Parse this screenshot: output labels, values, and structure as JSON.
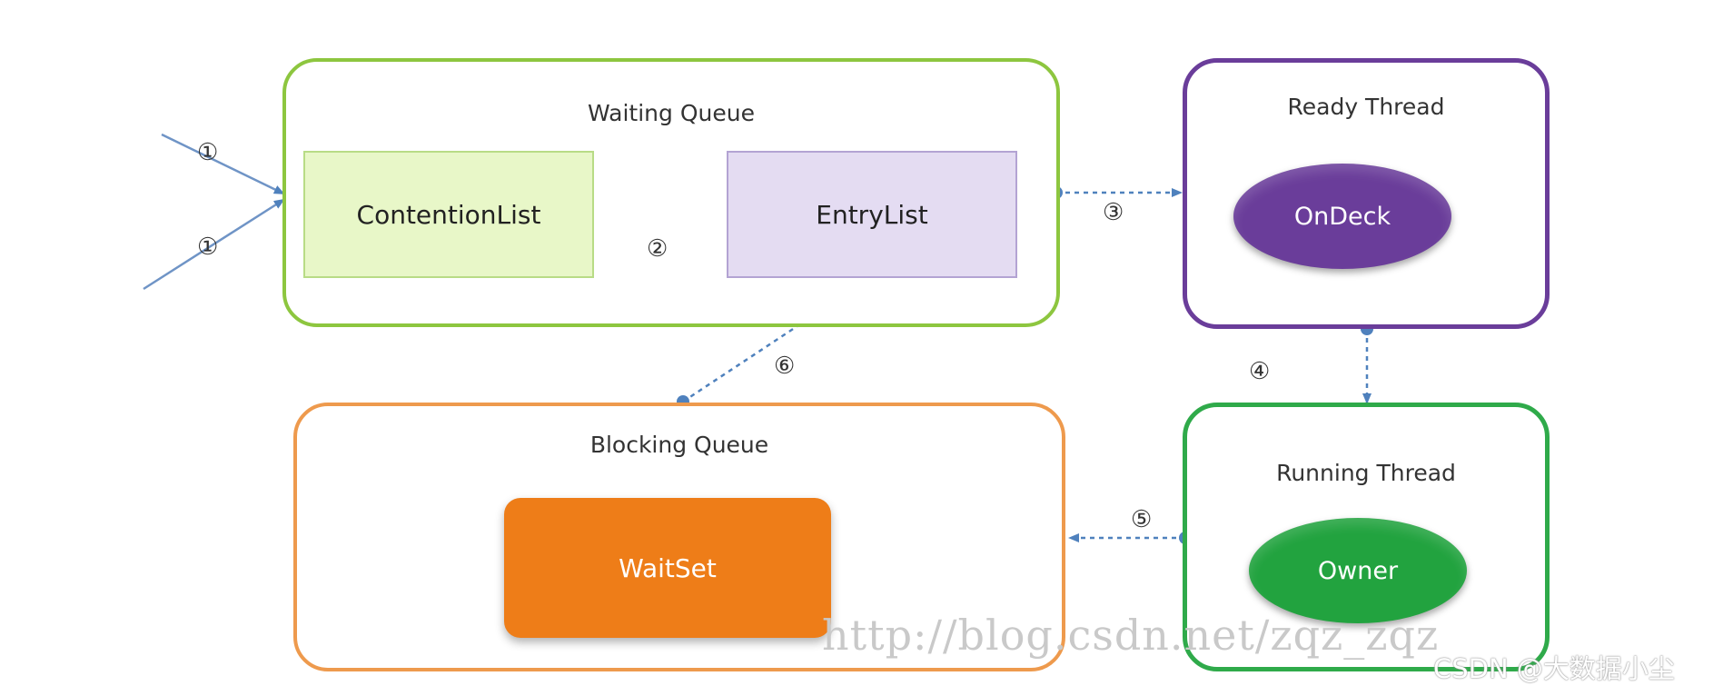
{
  "diagram": {
    "groups": {
      "waiting_queue": {
        "title": "Waiting Queue"
      },
      "ready_thread": {
        "title": "Ready Thread"
      },
      "blocking_queue": {
        "title": "Blocking Queue"
      },
      "running_thread": {
        "title": "Running Thread"
      }
    },
    "nodes": {
      "contention_list": "ContentionList",
      "entry_list": "EntryList",
      "on_deck": "OnDeck",
      "wait_set": "WaitSet",
      "owner": "Owner"
    },
    "steps": {
      "s1a": "①",
      "s1b": "①",
      "s2": "②",
      "s3": "③",
      "s4": "④",
      "s5": "⑤",
      "s6": "⑥"
    },
    "watermark": "http://blog.csdn.net/zqz_zqz",
    "credit": "CSDN @大数据小尘"
  },
  "colors": {
    "waiting_queue_border": "#8dc63f",
    "ready_thread_border": "#6a3d9a",
    "blocking_queue_border": "#ee9a4d",
    "running_thread_border": "#2faa4a",
    "contention_list_fill": "#e8f7c8",
    "entry_list_fill": "#e4dcf2",
    "on_deck_fill": "#6a3d9a",
    "wait_set_fill": "#ee7d18",
    "owner_fill": "#22a33f",
    "arrow": "#4f81bd"
  }
}
